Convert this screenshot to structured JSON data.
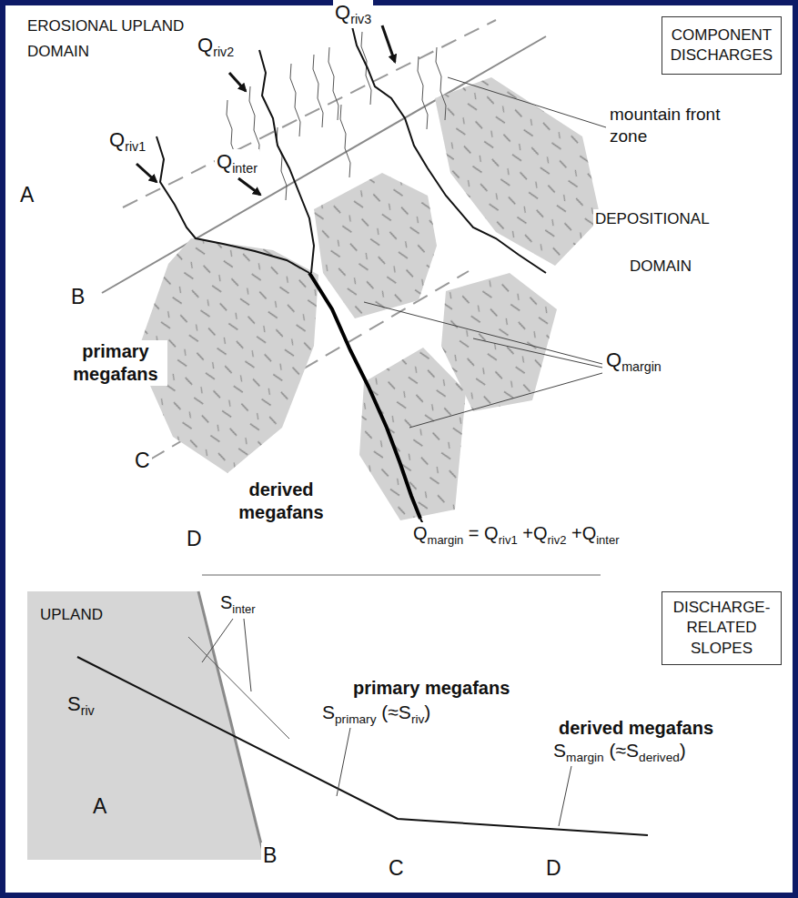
{
  "diagram": {
    "nodes": [
      {
        "text": [
          "COMPONENT DISCHARGES"
        ]
      },
      {
        "text": [
          "DISCHARGE-RELATED SLOPES"
        ]
      },
      {
        "text": [
          "UPLAND"
        ]
      }
    ],
    "labels": [
      "EROSIONAL UPLAND",
      "DOMAIN",
      "Qriv3",
      "Qriv2",
      "Qriv1",
      "Qinter",
      "mountain front zone",
      "DEPOSITIONAL",
      "DOMAIN",
      "A",
      "B",
      "primary megafans",
      "Qmargin",
      "C",
      "derived megafans",
      "D",
      "Qmargin = Qriv1 +Qriv2 +Qinter",
      "A",
      "Sriv",
      "Sinter",
      "primary megafans",
      "Sprimary (≈Sriv)",
      "derived megafans",
      "Smargin (≈Sderived)",
      "B",
      "C",
      "D"
    ]
  }
}
